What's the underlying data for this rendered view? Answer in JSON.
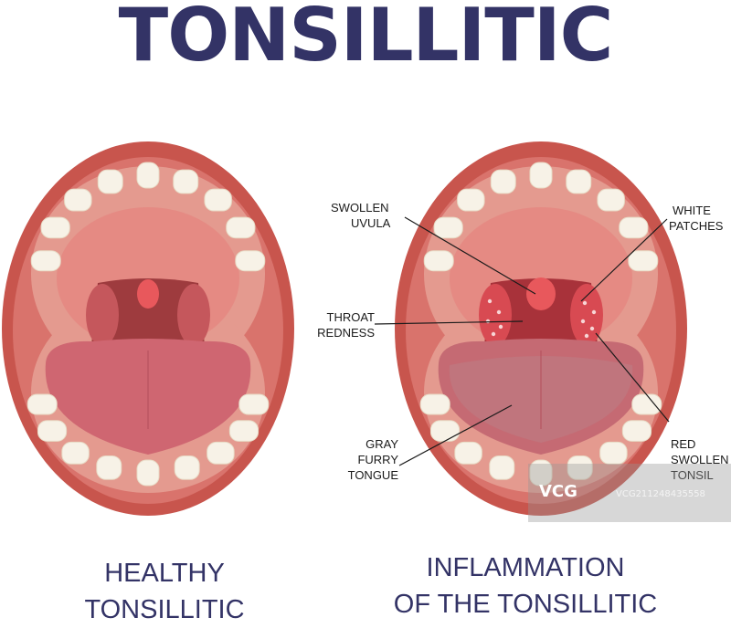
{
  "title": "TONSILLITIC",
  "captions": {
    "healthy": [
      "HEALTHY",
      "TONSILLITIC"
    ],
    "inflamed": [
      "INFLAMMATION",
      "OF  THE TONSILLITIC"
    ]
  },
  "labels": {
    "swollen_uvula": [
      "SWOLLEN",
      "UVULA"
    ],
    "throat_redness": [
      "THROAT",
      "REDNESS"
    ],
    "gray_furry_tongue": [
      "GRAY",
      "FURRY",
      "TONGUE"
    ],
    "white_patches": [
      "WHITE",
      "PATCHES"
    ],
    "red_swollen_tonsil": [
      "RED",
      "SWOLLEN",
      "TONSIL"
    ]
  },
  "watermark": {
    "logo": "VCG",
    "id": "VCG211248435558"
  },
  "colors": {
    "title": "#333366",
    "caption": "#333366",
    "lips": "#c8554d",
    "mouth_inner": "#d9736c",
    "gum": "#e49a8f",
    "palate": "#e58a83",
    "throat": "#9e3b3e",
    "tongue_healthy": "#cf6671",
    "tongue_gray": "#c56a73",
    "tooth": "#f7f2e7",
    "uvula": "#e8585c",
    "white_patch": "#f7d5d5"
  }
}
